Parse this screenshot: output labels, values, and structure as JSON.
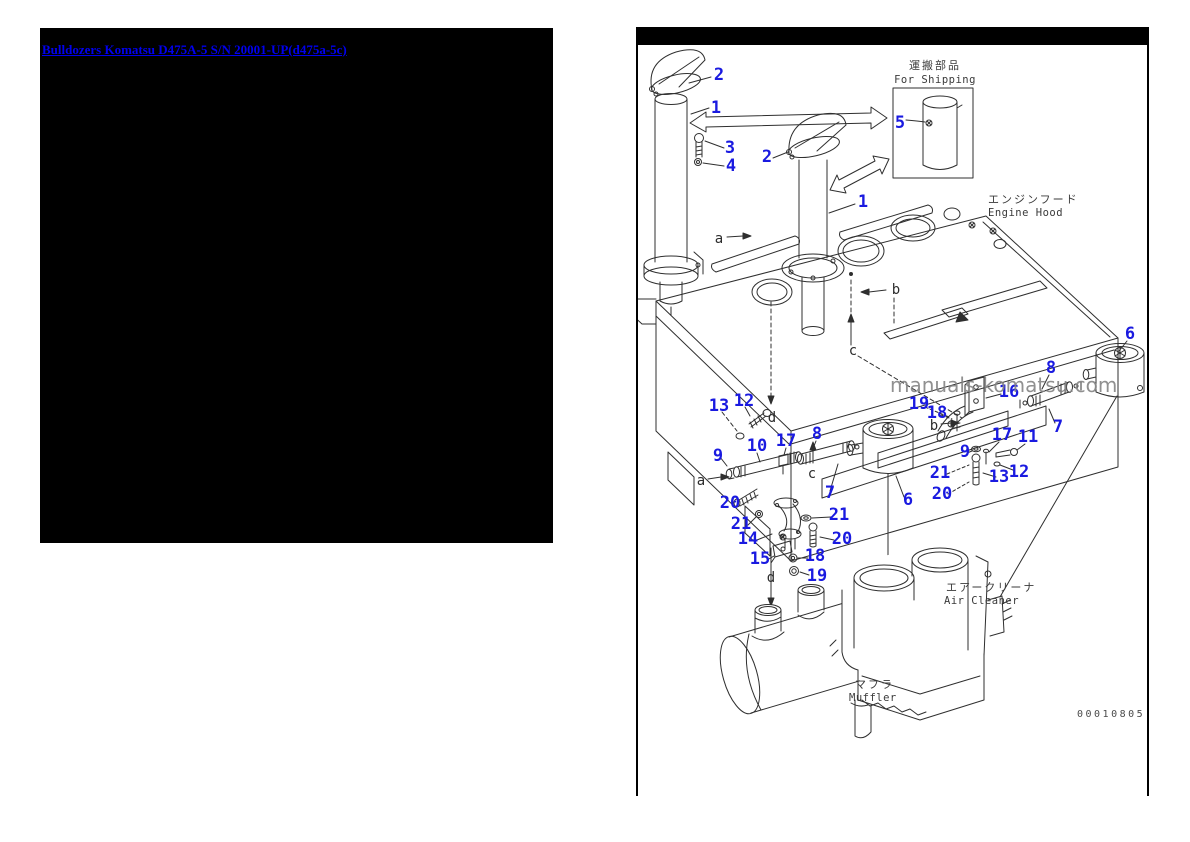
{
  "left_panel": {
    "link_text": "Bulldozers Komatsu D475A-5 S/N 20001-UP(d475a-5c)",
    "bg_color": "#000000",
    "link_color": "#0100EE"
  },
  "diagram": {
    "colors": {
      "line": "#2f2f2f",
      "callout": "#1a1ae0",
      "watermark": "#848484",
      "frame": "#000000"
    },
    "labels": {
      "for_shipping_jp": "運搬部品",
      "for_shipping_en": "For Shipping",
      "engine_hood_jp": "エンジンフード",
      "engine_hood_en": "Engine Hood",
      "air_cleaner_jp": "エアークリーナ",
      "air_cleaner_en": "Air Cleaner",
      "muffler_jp": "マフラ",
      "muffler_en": "Muffler",
      "watermark": "manuals-komatsu.com",
      "drawing_number": "00010805"
    },
    "callouts": [
      "2",
      "1",
      "3",
      "4",
      "5",
      "2",
      "1",
      "6",
      "8",
      "16",
      "7",
      "19",
      "18",
      "13",
      "12",
      "10",
      "17",
      "8",
      "9",
      "7",
      "6",
      "17",
      "11",
      "9",
      "21",
      "13",
      "12",
      "20",
      "20",
      "21",
      "14",
      "21",
      "20",
      "15",
      "18",
      "19"
    ],
    "letters": [
      "a",
      "b",
      "c",
      "d",
      "a",
      "c",
      "b",
      "d"
    ]
  }
}
